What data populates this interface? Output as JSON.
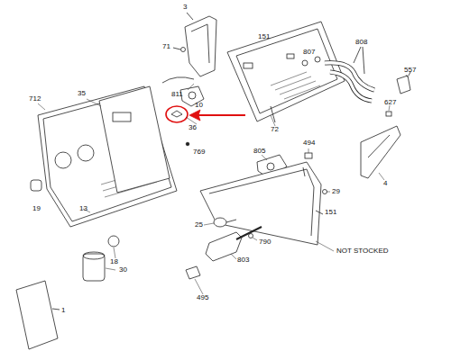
{
  "diagram": {
    "labels": [
      "3",
      "71",
      "151",
      "807",
      "808",
      "557",
      "811",
      "10",
      "712",
      "35",
      "36",
      "72",
      "627",
      "769",
      "805",
      "494",
      "4",
      "29",
      "19",
      "13",
      "151",
      "25",
      "790",
      "NOT STOCKED",
      "18",
      "30",
      "803",
      "495",
      "1"
    ]
  }
}
